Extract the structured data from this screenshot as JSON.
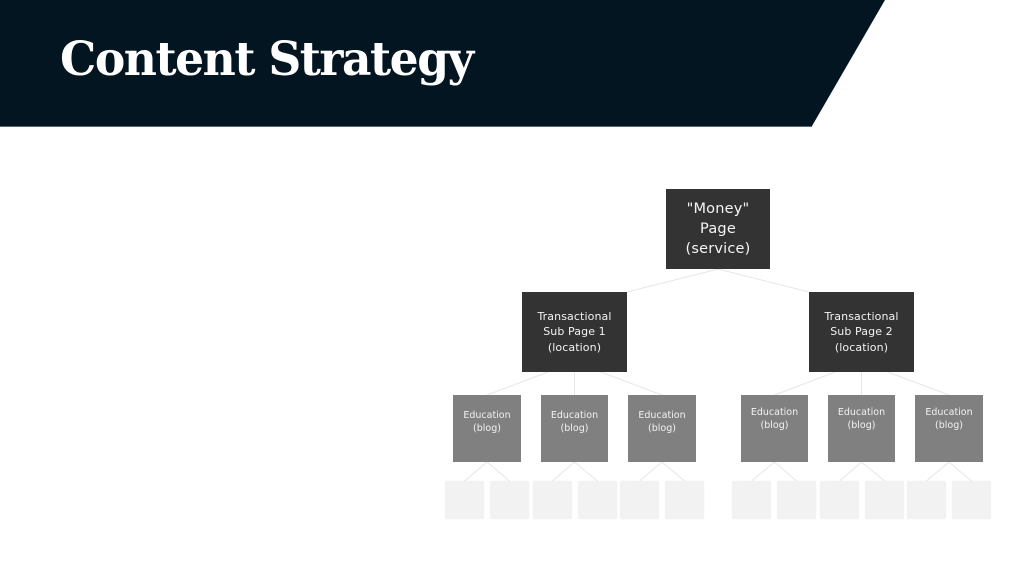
{
  "slide": {
    "title": "Content Strategy",
    "colors": {
      "banner": "#041522",
      "title_text": "#ffffff",
      "root_node": "#333333",
      "sub_node": "#333333",
      "education_node": "#808080",
      "placeholder_node": "#f2f2f2",
      "connector": "#e6e6e6"
    }
  },
  "diagram": {
    "root": {
      "label": "\"Money\"\nPage\n(service)"
    },
    "sub_pages": [
      {
        "label": "Transactional\nSub Page 1\n(location)",
        "children": [
          {
            "label": "Education\n(blog)",
            "placeholders": 2
          },
          {
            "label": "Education\n(blog)",
            "placeholders": 2
          },
          {
            "label": "Education\n(blog)",
            "placeholders": 2
          }
        ]
      },
      {
        "label": "Transactional\nSub Page 2\n(location)",
        "children": [
          {
            "label": "Education\n(blog)",
            "placeholders": 2
          },
          {
            "label": "Education\n(blog)",
            "placeholders": 2
          },
          {
            "label": "Education\n(blog)",
            "placeholders": 2
          }
        ]
      }
    ]
  }
}
